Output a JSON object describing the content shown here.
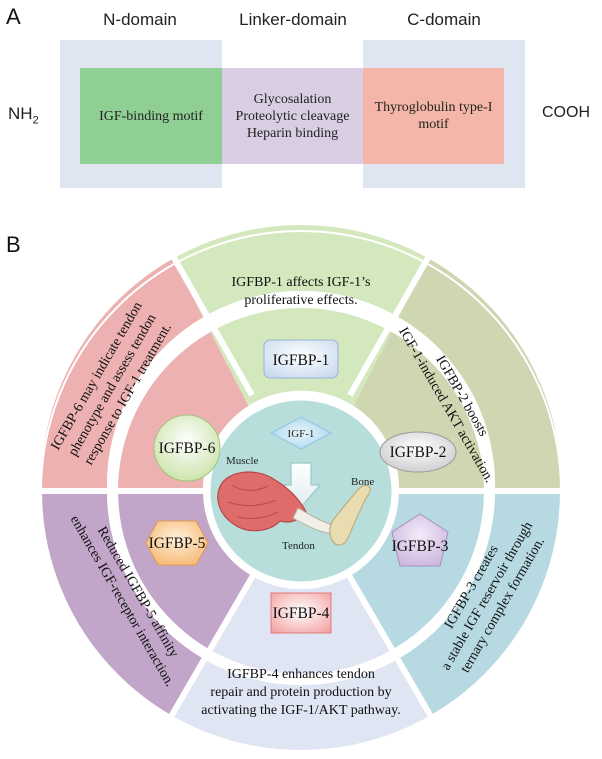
{
  "panel_a": {
    "letter": "A",
    "domains": [
      "N-domain",
      "Linker-domain",
      "C-domain"
    ],
    "nh2": "NH",
    "nh2_sub": "2",
    "cooh": "COOH",
    "motif_n": "IGF-binding motif",
    "motif_linker": "Glycosalation Proteolytic cleavage Heparin binding",
    "motif_c": "Thyroglobulin type-I motif",
    "colors": {
      "n_outer": "#dfe6f2",
      "n_inner": "#8fcf94",
      "linker": "#d8cde3",
      "c_inner": "#f4b6a9"
    }
  },
  "panel_b": {
    "letter": "B",
    "center": {
      "igf1": "IGF-1",
      "muscle": "Muscle",
      "bone": "Bone",
      "tendon": "Tendon"
    },
    "badges": {
      "igfbp1": "IGFBP-1",
      "igfbp2": "IGFBP-2",
      "igfbp3": "IGFBP-3",
      "igfbp4": "IGFBP-4",
      "igfbp5": "IGFBP-5",
      "igfbp6": "IGFBP-6"
    },
    "outer": {
      "igfbp1": [
        "IGFBP-1 affects IGF-1’s",
        "proliferative effects."
      ],
      "igfbp2": [
        "IGFBP-2 boosts",
        "IGF-1-induced AKT activation."
      ],
      "igfbp3": [
        "IGFBP-3 creates",
        "a stable IGF reservoir through",
        "ternary complex formation."
      ],
      "igfbp4": [
        "IGFBP-4 enhances tendon",
        "repair and protein production by",
        "activating the IGF-1/AKT pathway."
      ],
      "igfbp5": [
        "Reduced IGFBP-5 affinity",
        "enhances IGF-receptor interaction."
      ],
      "igfbp6": [
        "IGFBP-6 may indicate tendon",
        "phenotype and assess tendon",
        "response to IGF-1 treatment."
      ]
    },
    "colors": {
      "igfbp1": "#d3e8bd",
      "igfbp2": "#cfd6b2",
      "igfbp3": "#b7d9e2",
      "igfbp4": "#dfe5f3",
      "igfbp5": "#c2a6c9",
      "igfbp6": "#eeb1b1",
      "center": "#b8dedb"
    }
  }
}
